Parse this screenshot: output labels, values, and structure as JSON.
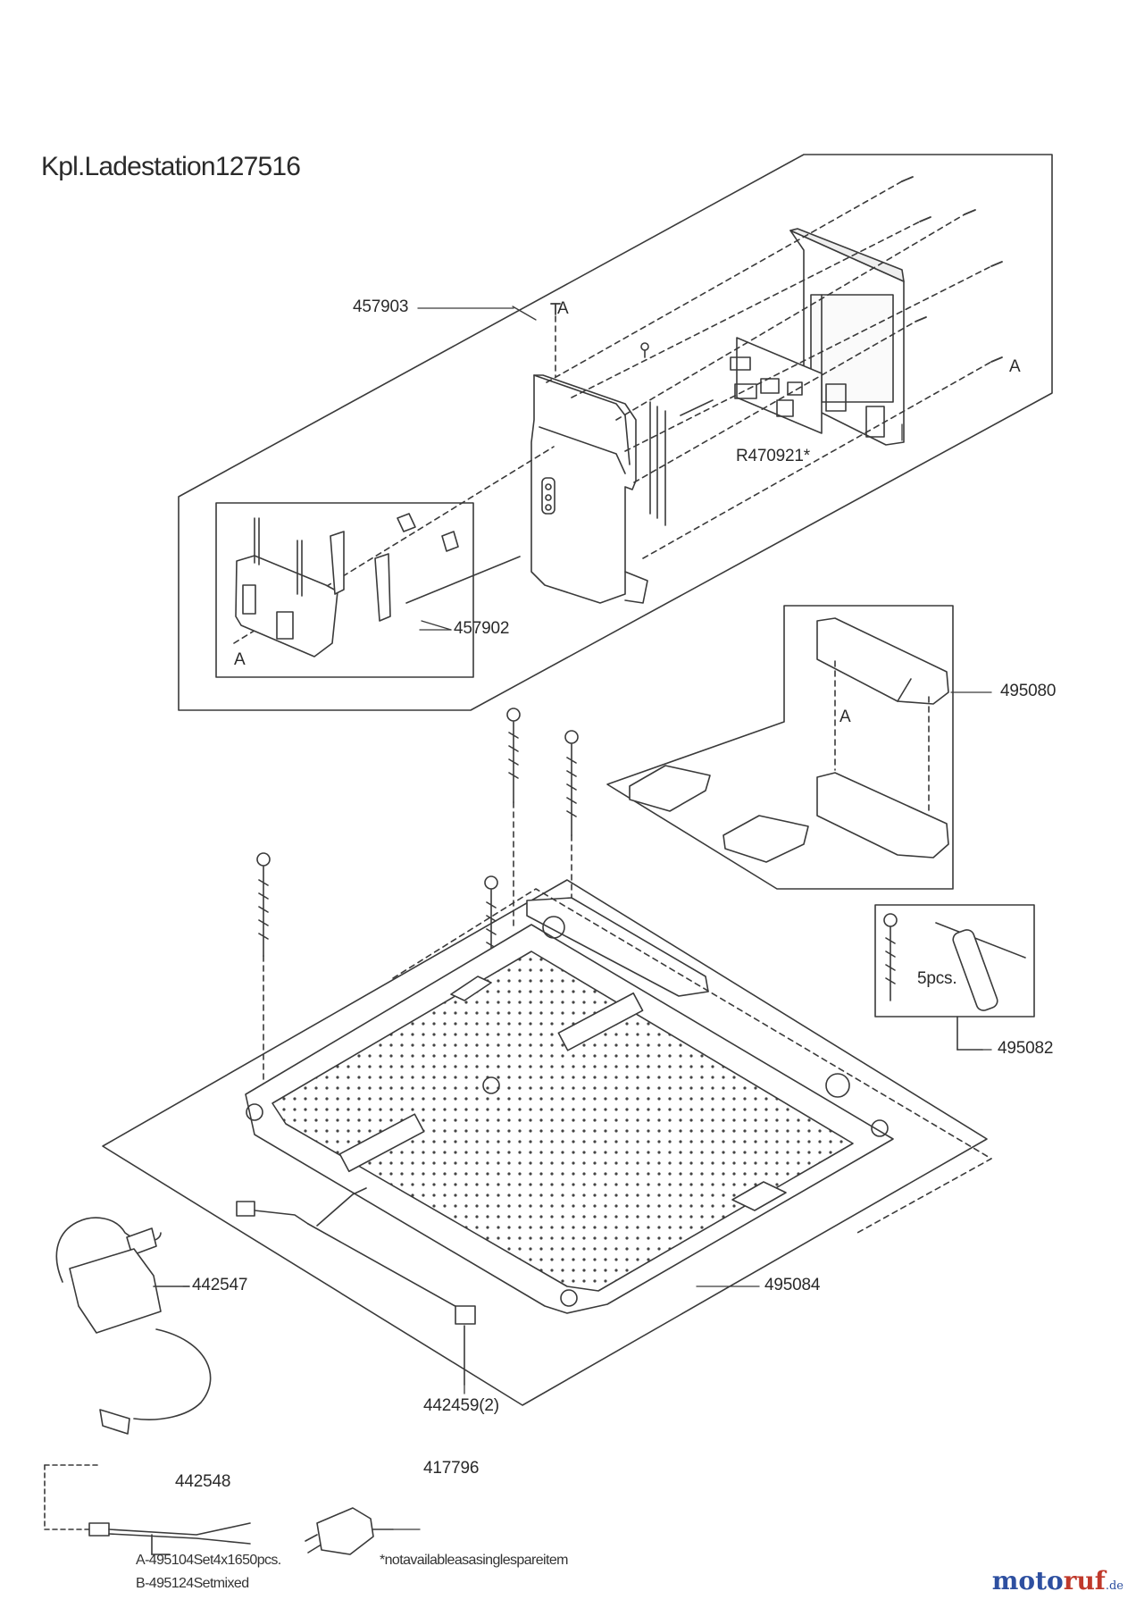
{
  "title": "Kpl.Ladestation127516",
  "parts": {
    "p457903": "457903",
    "pR470921": "R470921*",
    "p457902": "457902",
    "p495080": "495080",
    "p495082": "495082",
    "p495084": "495084",
    "p442547": "442547",
    "p442459": "442459(2)",
    "p442548": "442548",
    "p417796": "417796"
  },
  "callouts": {
    "screw_a": "A",
    "pcs": "5pcs."
  },
  "notes": {
    "set_a": "A-495104Set4x1650pcs.",
    "set_b": "B-495124Setmixed",
    "availability": "*notavailableasasinglespareitem"
  },
  "brand": {
    "name_part1": "moto",
    "name_part2": "ruf",
    "tld": ".de"
  },
  "colors": {
    "line": "#3a3a3a",
    "brand_blue": "#2d4fa0",
    "brand_red": "#c0392b"
  }
}
